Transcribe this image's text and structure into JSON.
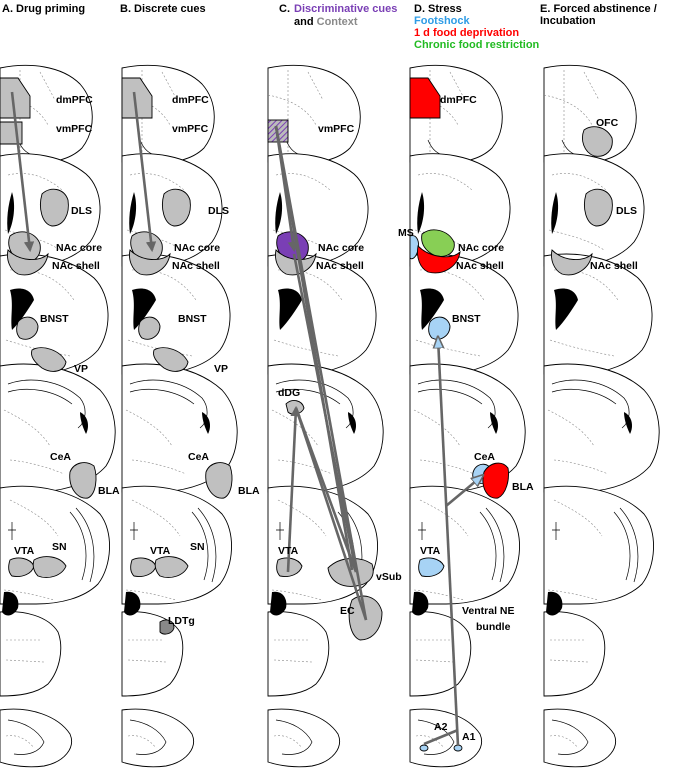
{
  "panels": [
    {
      "id": "A",
      "title_lines": [
        "A. Drug priming"
      ]
    },
    {
      "id": "B",
      "title_lines": [
        "B. Discrete cues"
      ]
    },
    {
      "id": "C",
      "title_lines": [
        "C. Discriminative cues",
        "and Context"
      ],
      "title_colored": "Discriminative cues",
      "title_colored_suffix": "Context"
    },
    {
      "id": "D",
      "title_lines": [
        "D. Stress",
        "Footshock",
        "1 d food deprivation",
        "Chronic food restriction"
      ]
    },
    {
      "id": "E",
      "title_lines": [
        "E. Forced abstinence /",
        "Incubation"
      ]
    }
  ],
  "colors": {
    "gray_region": "#c0c0c0",
    "discriminative_cues": "#7a3fb5",
    "context": "#8a8a8a",
    "footshock": "#2e9ce6",
    "food_deprivation": "#ff0000",
    "food_restriction": "#22bb22",
    "footshock_fill": "#a7d3f5",
    "green_fill": "#88cf55",
    "arrow": "#666666"
  },
  "labels": {
    "A": {
      "dmPFC": "dmPFC",
      "vmPFC": "vmPFC",
      "DLS": "DLS",
      "NAc_core": "NAc core",
      "NAc_shell": "NAc shell",
      "BNST": "BNST",
      "VP": "VP",
      "CeA": "CeA",
      "BLA": "BLA",
      "VTA": "VTA",
      "SN": "SN"
    },
    "B": {
      "dmPFC": "dmPFC",
      "vmPFC": "vmPFC",
      "DLS": "DLS",
      "NAc_core": "NAc core",
      "NAc_shell": "NAc shell",
      "BNST": "BNST",
      "VP": "VP",
      "CeA": "CeA",
      "BLA": "BLA",
      "VTA": "VTA",
      "SN": "SN",
      "LDTg": "LDTg"
    },
    "C": {
      "vmPFC": "vmPFC",
      "NAc_core": "NAc core",
      "NAc_shell": "NAc shell",
      "dDG": "dDG",
      "VTA": "VTA",
      "vSub": "vSub",
      "EC": "EC"
    },
    "D": {
      "dmPFC": "dmPFC",
      "MS": "MS",
      "NAc_core": "NAc core",
      "NAc_shell": "NAc shell",
      "BNST": "BNST",
      "CeA": "CeA",
      "BLA": "BLA",
      "VTA": "VTA",
      "ventral_ne_line1": "Ventral NE",
      "ventral_ne_line2": "bundle",
      "A2": "A2",
      "A1": "A1"
    },
    "E": {
      "OFC": "OFC",
      "DLS": "DLS",
      "NAc_shell": "NAc shell"
    }
  }
}
